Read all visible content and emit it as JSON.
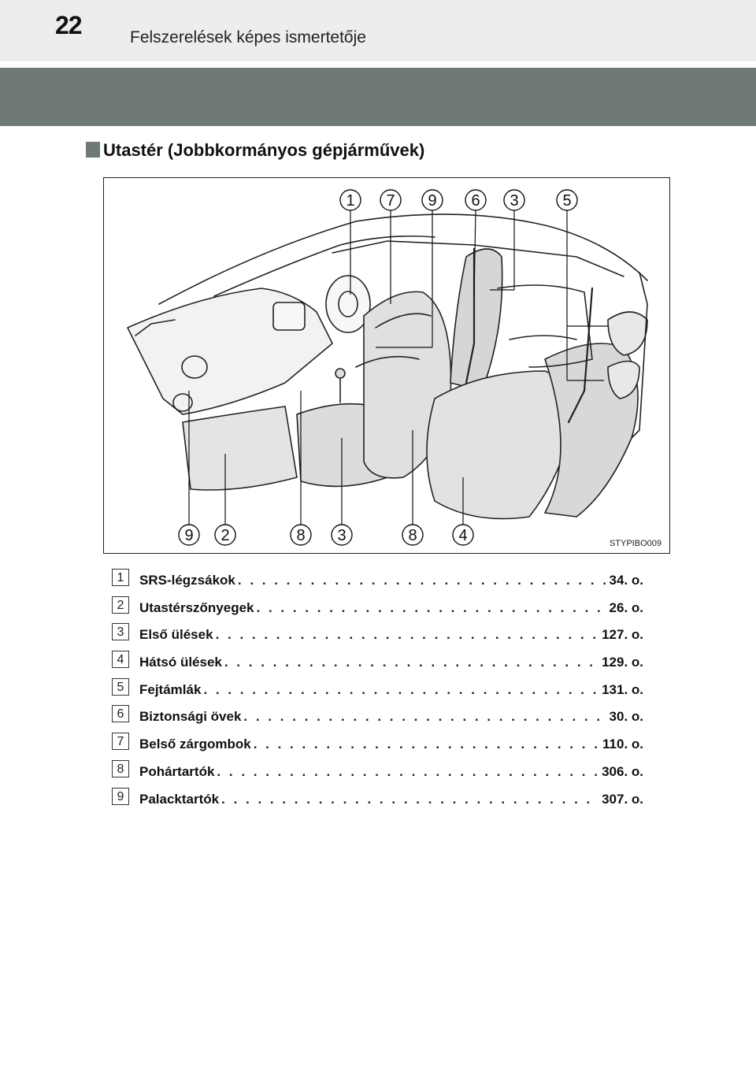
{
  "header": {
    "page_number": "22",
    "chapter_title": "Felszerelések képes ismertetője"
  },
  "section": {
    "title": "Utastér (Jobbkormányos gépjárművek)"
  },
  "figure": {
    "code": "STYPIBO009",
    "top_callouts": [
      "1",
      "7",
      "9",
      "6",
      "3",
      "5"
    ],
    "bottom_callouts": [
      "9",
      "2",
      "8",
      "3",
      "8",
      "4"
    ]
  },
  "items": [
    {
      "num": "1",
      "label": "SRS-légzsákok",
      "page": "34. o."
    },
    {
      "num": "2",
      "label": "Utastérszőnyegek",
      "page": "26. o."
    },
    {
      "num": "3",
      "label": "Első ülések",
      "page": "127. o."
    },
    {
      "num": "4",
      "label": "Hátsó ülések",
      "page": "129. o."
    },
    {
      "num": "5",
      "label": "Fejtámlák",
      "page": "131. o."
    },
    {
      "num": "6",
      "label": "Biztonsági övek",
      "page": "30. o."
    },
    {
      "num": "7",
      "label": "Belső zárgombok",
      "page": "110. o."
    },
    {
      "num": "8",
      "label": "Pohártartók",
      "page": "306. o."
    },
    {
      "num": "9",
      "label": "Palacktartók",
      "page": "307. o."
    }
  ]
}
